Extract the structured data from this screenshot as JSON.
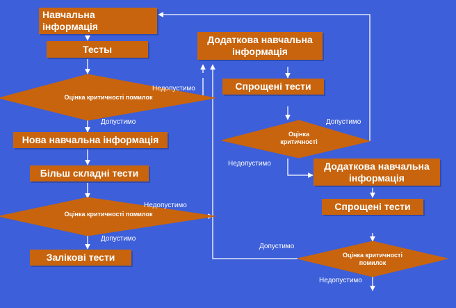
{
  "nodes": {
    "n1": "Навчальна\nінформація",
    "n2": "Тесты",
    "d1": "Оцінка критичності помилок",
    "n3": "Нова навчальна інформація",
    "n4": "Більш складні тести",
    "d2": "Оцінка критичності помилок",
    "n5": "Залікові тести",
    "n6": "Додаткова навчальна\nінформація",
    "n7": "Спрощені тести",
    "d3": "Оцінка\nкритичності",
    "n8": "Додаткова навчальна\nінформація",
    "n9": "Спрощені тести",
    "d4": "Оцінка критичності\nпомилок"
  },
  "edges": {
    "d1_bad": "Недопустимо",
    "d1_ok": "Допустимо",
    "d2_bad": "Недопустимо",
    "d2_ok": "Допустимо",
    "d3_ok": "Допустимо",
    "d3_bad": "Недопустимо",
    "d4_ok": "Допустимо",
    "d4_bad": "Недопустимо"
  },
  "colors": {
    "background": "#3d5fd9",
    "node_fill": "#c8640e",
    "text": "#ffffff",
    "line": "#ffffff"
  }
}
